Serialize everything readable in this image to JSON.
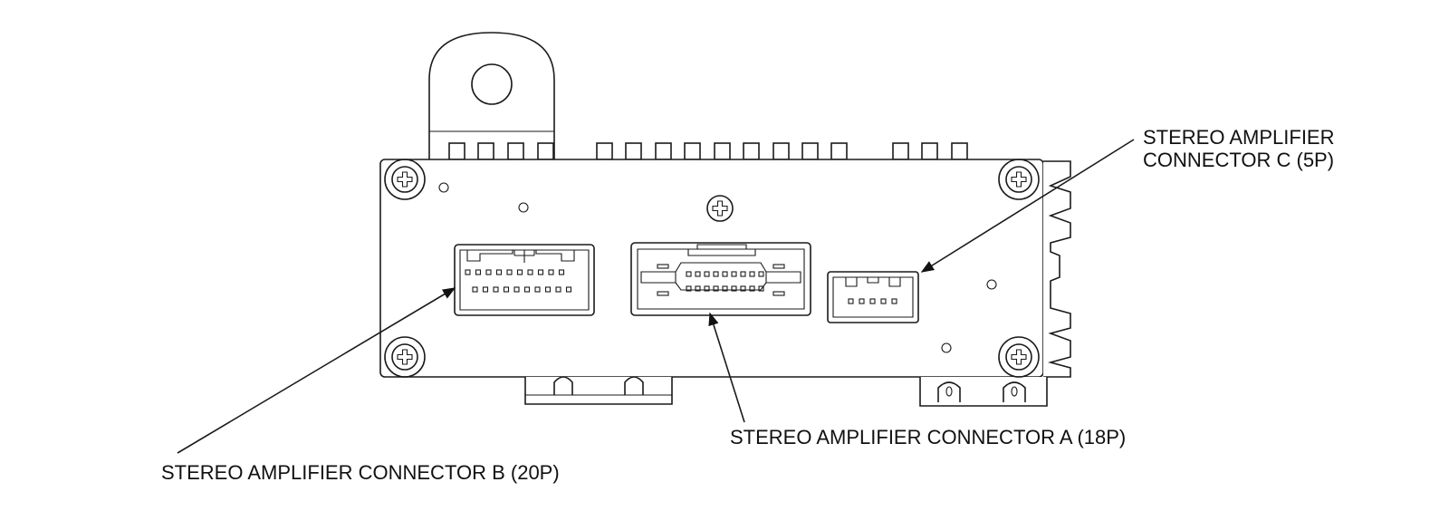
{
  "labels": {
    "connector_c_line1": "STEREO AMPLIFIER",
    "connector_c_line2": "CONNECTOR C (5P)",
    "connector_a": "STEREO AMPLIFIER CONNECTOR A (18P)",
    "connector_b": "STEREO AMPLIFIER CONNECTOR B (20P)"
  }
}
